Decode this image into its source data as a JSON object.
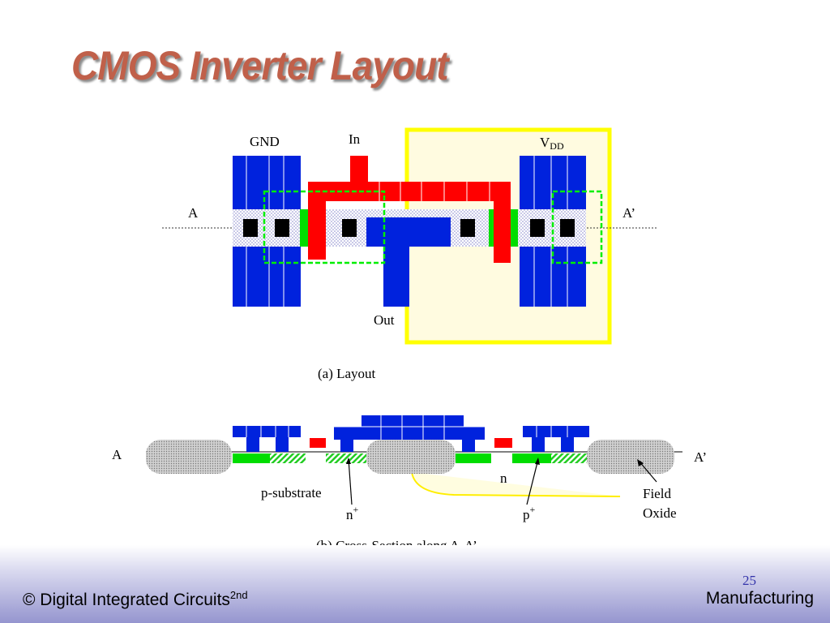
{
  "title": "CMOS Inverter Layout",
  "layout": {
    "label_gnd": "GND",
    "label_in": "In",
    "label_vdd_main": "V",
    "label_vdd_sub": "DD",
    "label_a": "A",
    "label_a_prime": "A’",
    "label_out": "Out",
    "caption": "(a) Layout"
  },
  "cross_section": {
    "label_a": "A",
    "label_a_prime": "A’",
    "label_n": "n",
    "label_p_substrate": "p-substrate",
    "label_n_plus": "n",
    "label_n_plus_sup": "+",
    "label_p_plus": "p",
    "label_p_plus_sup": "+",
    "label_field": "Field",
    "label_oxide": "Oxide",
    "caption": "(b) Cross-Section along A-A’"
  },
  "colors": {
    "metal": "#0022dd",
    "poly": "#ff0000",
    "diffusion": "#00dd00",
    "nwell": "#ffff22",
    "contact": "#000000",
    "oxide": "#bbbbbb"
  },
  "footer": {
    "left_text": "© Digital Integrated Circuits",
    "left_sup": "2nd",
    "right_text": "Manufacturing",
    "page_number": "25"
  }
}
